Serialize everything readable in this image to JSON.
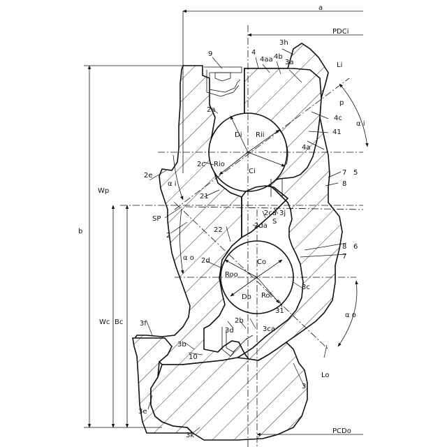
{
  "labels": {
    "a": "a",
    "pdci": "PDCi",
    "pcdo": "PCDo",
    "b": "b",
    "wc": "Wc",
    "bc": "Bc",
    "wp": "Wp",
    "sp": "SP",
    "n2": "2",
    "n2a": "2a",
    "n2b": "2b",
    "n2c": "2c",
    "n2ca": "2ca",
    "n2d": "2d",
    "n2da": "2da",
    "n2e": "2e",
    "n21": "21",
    "n22": "22",
    "n3": "3",
    "n3a": "3a",
    "n3b": "3b",
    "n3c": "3c",
    "n3ca": "3ca",
    "n3d": "3d",
    "n3e": "3e",
    "n3f": "3f",
    "n3h": "3h",
    "n3j": "3j",
    "n3k": "3k",
    "n31": "31",
    "n4": "4",
    "n4aa": "4aa",
    "n4b": "4b",
    "n4a": "4a",
    "n4c": "4c",
    "n41": "41",
    "n5": "5",
    "n6": "6",
    "n7a": "7",
    "n8a": "8",
    "n7b": "7",
    "n8b": "8",
    "n9": "9",
    "n10": "10",
    "s": "S",
    "p": "p",
    "li": "Li",
    "lo": "Lo",
    "ci": "Ci",
    "co": "Co",
    "di": "Di",
    "do": "Do",
    "rii": "Rii",
    "rio": "Rio",
    "roo": "Roo",
    "roi": "Roi",
    "alpha_i_right": "α i",
    "alpha_i_left": "α i",
    "alpha_o_right": "α o",
    "alpha_o_left": "α o"
  }
}
